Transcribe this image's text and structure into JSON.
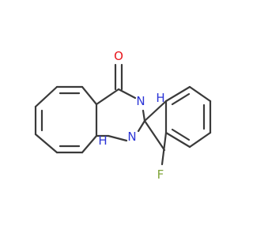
{
  "molecule": {
    "atoms": {
      "oxygen": "O",
      "nitrogen_3": "N",
      "hydrogen_3": "H",
      "nitrogen_1": "N",
      "hydrogen_1": "H",
      "fluorine": "F"
    }
  },
  "colors": {
    "bond": "#3a3a3a",
    "oxygen": "#e8141b",
    "nitrogen": "#2b34d6",
    "fluorine": "#7fa43a",
    "background": "#ffffff"
  }
}
